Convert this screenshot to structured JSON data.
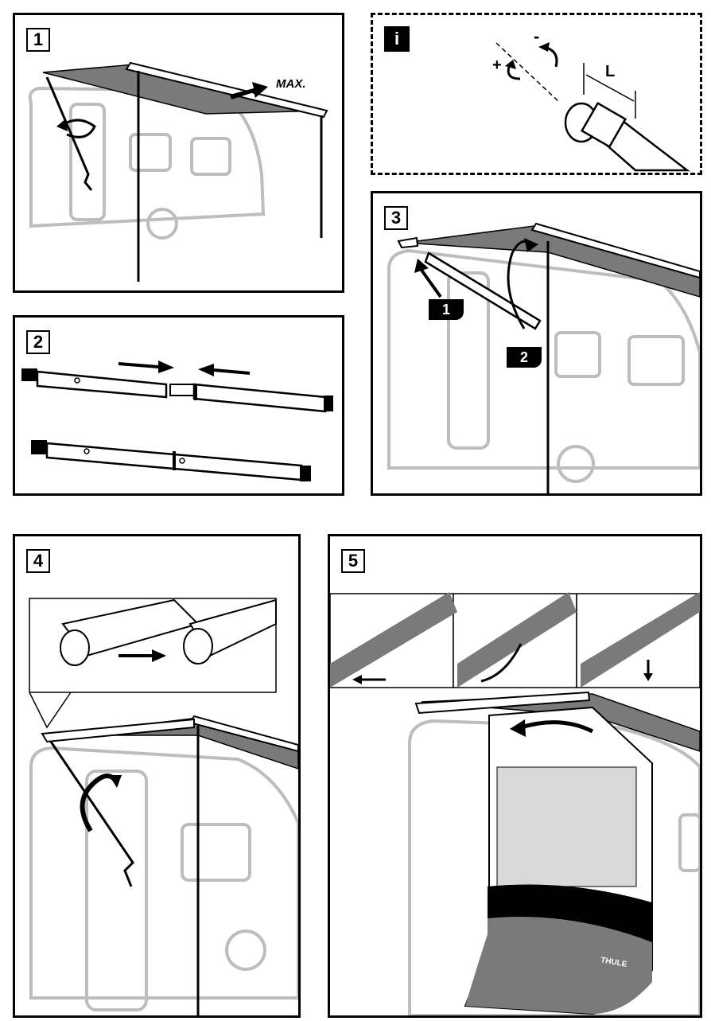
{
  "steps": {
    "s1": {
      "number": "1",
      "max_label": "MAX."
    },
    "info": {
      "label": "i",
      "plus": "+",
      "minus": "-",
      "length_label": "L"
    },
    "s2": {
      "number": "2"
    },
    "s3": {
      "number": "3",
      "tag1": "1",
      "tag2": "2"
    },
    "s4": {
      "number": "4"
    },
    "s5": {
      "number": "5",
      "brand": "THULE"
    }
  },
  "colors": {
    "line": "#000000",
    "fabric": "#7a7a7a",
    "caravan": "#bdbdbd",
    "panel_light": "#d9d9d9"
  }
}
